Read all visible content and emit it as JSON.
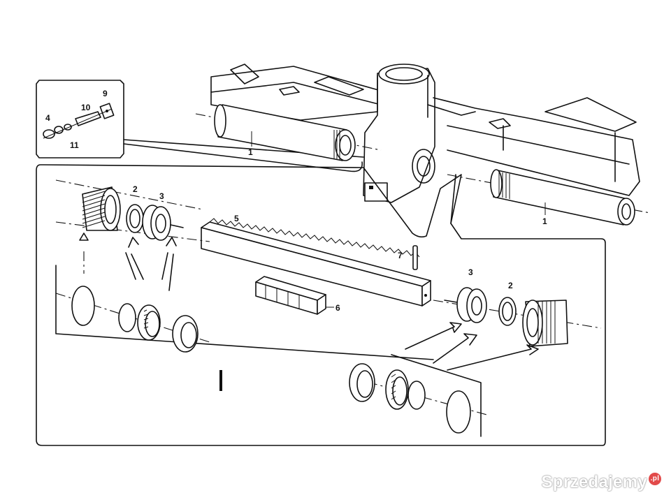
{
  "callouts": {
    "c1a": "1",
    "c1b": "1",
    "c2a": "2",
    "c2b": "2",
    "c3a": "3",
    "c3b": "3",
    "c4": "4",
    "c5": "5",
    "c6": "6",
    "c7": "7",
    "c9": "9",
    "c10": "10",
    "c11": "11"
  },
  "watermark": {
    "text": "Sprzedajemy",
    "badge": ".pl"
  }
}
